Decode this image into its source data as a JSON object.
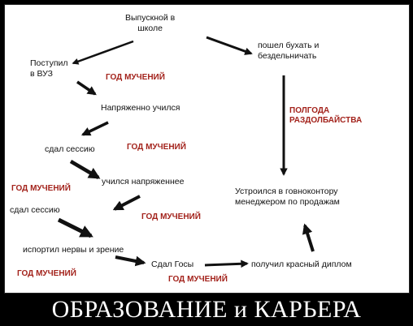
{
  "nodes": {
    "graduation": "Выпускной в\nшколе",
    "drink": "пошел бухать и\nбездельничать",
    "university": "Поступил\nв ВУЗ",
    "studied_hard": "Напряженно учился",
    "passed_session_1": "сдал сессию",
    "studied_harder": "учился напряженнее",
    "passed_session_2": "сдал сессию",
    "ruined_health": "испортил нервы и зрение",
    "state_exams": "Сдал Госы",
    "red_diploma": "получил красный диплом",
    "office_job": "Устроился в говноконтору\nменеджером по продажам"
  },
  "annotations": {
    "year_1": "ГОД МУЧЕНИЙ",
    "year_2": "ГОД МУЧЕНИЙ",
    "year_3": "ГОД МУЧЕНИЙ",
    "year_4": "ГОД МУЧЕНИЙ",
    "year_5": "ГОД МУЧЕНИЙ",
    "year_6": "ГОД МУЧЕНИЙ",
    "half_year": "ПОЛГОДА\nРАЗДОЛБАЙСТВА"
  },
  "caption": "ОБРАЗОВАНИЕ и КАРЬЕРА",
  "colors": {
    "background": "#000000",
    "panel": "#ffffff",
    "annotation": "#a3231c",
    "text": "#111111",
    "caption": "#ffffff"
  }
}
